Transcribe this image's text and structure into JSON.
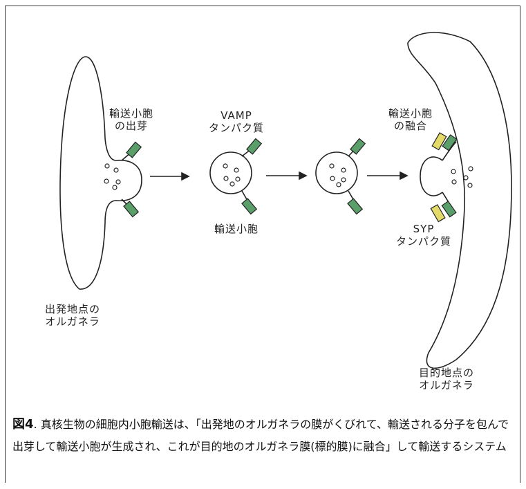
{
  "labels": {
    "budding_l1": "輸送小胞",
    "budding_l2": "の出芽",
    "vamp_l1": "VAMP",
    "vamp_l2": "タンパク質",
    "vesicle": "輸送小胞",
    "fusion_l1": "輸送小胞",
    "fusion_l2": "の融合",
    "syp_l1": "SYP",
    "syp_l2": "タンパク質",
    "origin_l1": "出発地点の",
    "origin_l2": "オルガネラ",
    "target_l1": "目的地点の",
    "target_l2": "オルガネラ"
  },
  "caption": {
    "figure": "図4",
    "text": ". 真核生物の細胞内小胞輸送は、「出発地のオルガネラの膜がくびれて、輸送される分子を包んで出芽して輸送小胞が生成され、これが目的地のオルガネラ膜(標的膜)に融合」して輸送するシステム"
  },
  "colors": {
    "vamp_green": "#5a9e6a",
    "syp_yellow": "#e3da6a",
    "stroke": "#222222"
  }
}
